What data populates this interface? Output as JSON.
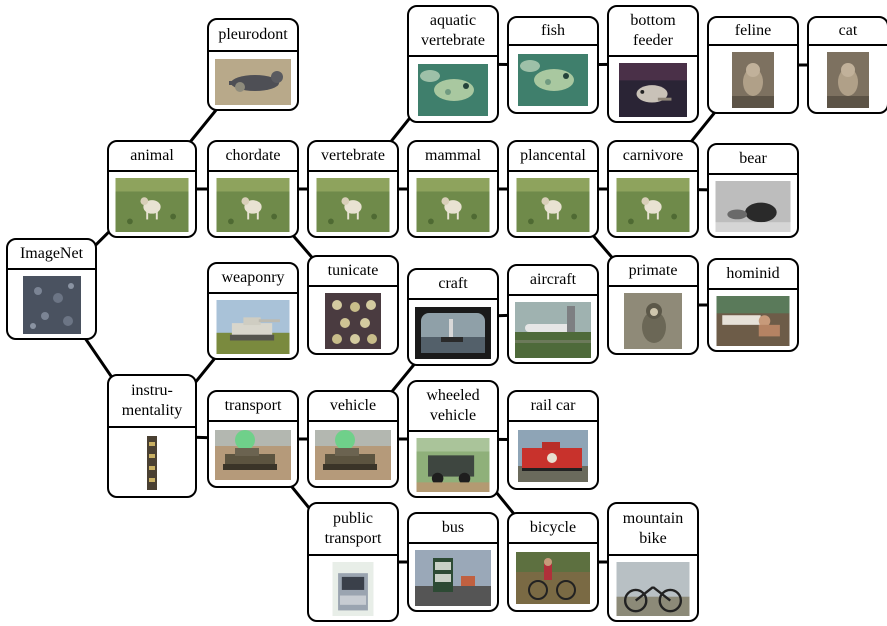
{
  "nodes": [
    {
      "id": "imagenet",
      "label": "ImageNet",
      "icon": "dark-texture-photo"
    },
    {
      "id": "animal",
      "label": "animal",
      "icon": "dog-on-grass-photo"
    },
    {
      "id": "pleurodont",
      "label": "pleurodont",
      "icon": "lizard-photo"
    },
    {
      "id": "chordate",
      "label": "chordate",
      "icon": "dog-on-grass-photo"
    },
    {
      "id": "vertebrate",
      "label": "vertebrate",
      "icon": "dog-on-grass-photo"
    },
    {
      "id": "aquatic_vertebrate",
      "label": "aquatic\nvertebrate",
      "icon": "fish-photo"
    },
    {
      "id": "fish",
      "label": "fish",
      "icon": "fish-photo"
    },
    {
      "id": "bottom_feeder",
      "label": "bottom\nfeeder",
      "icon": "bottom-fish-photo"
    },
    {
      "id": "feline",
      "label": "feline",
      "icon": "cat-photo"
    },
    {
      "id": "cat",
      "label": "cat",
      "icon": "cat-photo"
    },
    {
      "id": "mammal",
      "label": "mammal",
      "icon": "dog-on-grass-photo"
    },
    {
      "id": "plancental",
      "label": "plancental",
      "icon": "dog-on-grass-photo"
    },
    {
      "id": "carnivore",
      "label": "carnivore",
      "icon": "dog-on-grass-photo"
    },
    {
      "id": "bear",
      "label": "bear",
      "icon": "bear-photo"
    },
    {
      "id": "primate",
      "label": "primate",
      "icon": "monkey-photo"
    },
    {
      "id": "hominid",
      "label": "hominid",
      "icon": "person-photo"
    },
    {
      "id": "tunicate",
      "label": "tunicate",
      "icon": "tunicate-photo"
    },
    {
      "id": "weaponry",
      "label": "weaponry",
      "icon": "tank-photo"
    },
    {
      "id": "craft",
      "label": "craft",
      "icon": "boat-photo"
    },
    {
      "id": "aircraft",
      "label": "aircraft",
      "icon": "airplane-photo"
    },
    {
      "id": "instrumentality",
      "label": "instru-\nmentality",
      "icon": "tool-photo"
    },
    {
      "id": "transport",
      "label": "transport",
      "icon": "tank-smoke-photo"
    },
    {
      "id": "vehicle",
      "label": "vehicle",
      "icon": "tank-smoke-photo"
    },
    {
      "id": "wheeled_vehicle",
      "label": "wheeled\nvehicle",
      "icon": "truck-photo"
    },
    {
      "id": "rail_car",
      "label": "rail car",
      "icon": "railcar-photo"
    },
    {
      "id": "public_transport",
      "label": "public\ntransport",
      "icon": "crashed-bus-photo"
    },
    {
      "id": "bus",
      "label": "bus",
      "icon": "bus-photo"
    },
    {
      "id": "bicycle",
      "label": "bicycle",
      "icon": "cyclist-photo"
    },
    {
      "id": "mountain_bike",
      "label": "mountain\nbike",
      "icon": "mountain-bike-photo"
    }
  ],
  "edges": [
    [
      "imagenet",
      "animal"
    ],
    [
      "imagenet",
      "instrumentality"
    ],
    [
      "animal",
      "pleurodont"
    ],
    [
      "animal",
      "chordate"
    ],
    [
      "chordate",
      "vertebrate"
    ],
    [
      "chordate",
      "tunicate"
    ],
    [
      "vertebrate",
      "aquatic_vertebrate"
    ],
    [
      "vertebrate",
      "mammal"
    ],
    [
      "aquatic_vertebrate",
      "fish"
    ],
    [
      "fish",
      "bottom_feeder"
    ],
    [
      "mammal",
      "plancental"
    ],
    [
      "plancental",
      "carnivore"
    ],
    [
      "plancental",
      "primate"
    ],
    [
      "carnivore",
      "feline"
    ],
    [
      "carnivore",
      "bear"
    ],
    [
      "feline",
      "cat"
    ],
    [
      "primate",
      "hominid"
    ],
    [
      "instrumentality",
      "weaponry"
    ],
    [
      "instrumentality",
      "transport"
    ],
    [
      "transport",
      "vehicle"
    ],
    [
      "transport",
      "public_transport"
    ],
    [
      "vehicle",
      "craft"
    ],
    [
      "vehicle",
      "wheeled_vehicle"
    ],
    [
      "craft",
      "aircraft"
    ],
    [
      "wheeled_vehicle",
      "rail_car"
    ],
    [
      "wheeled_vehicle",
      "bicycle"
    ],
    [
      "public_transport",
      "bus"
    ],
    [
      "bicycle",
      "mountain_bike"
    ]
  ]
}
